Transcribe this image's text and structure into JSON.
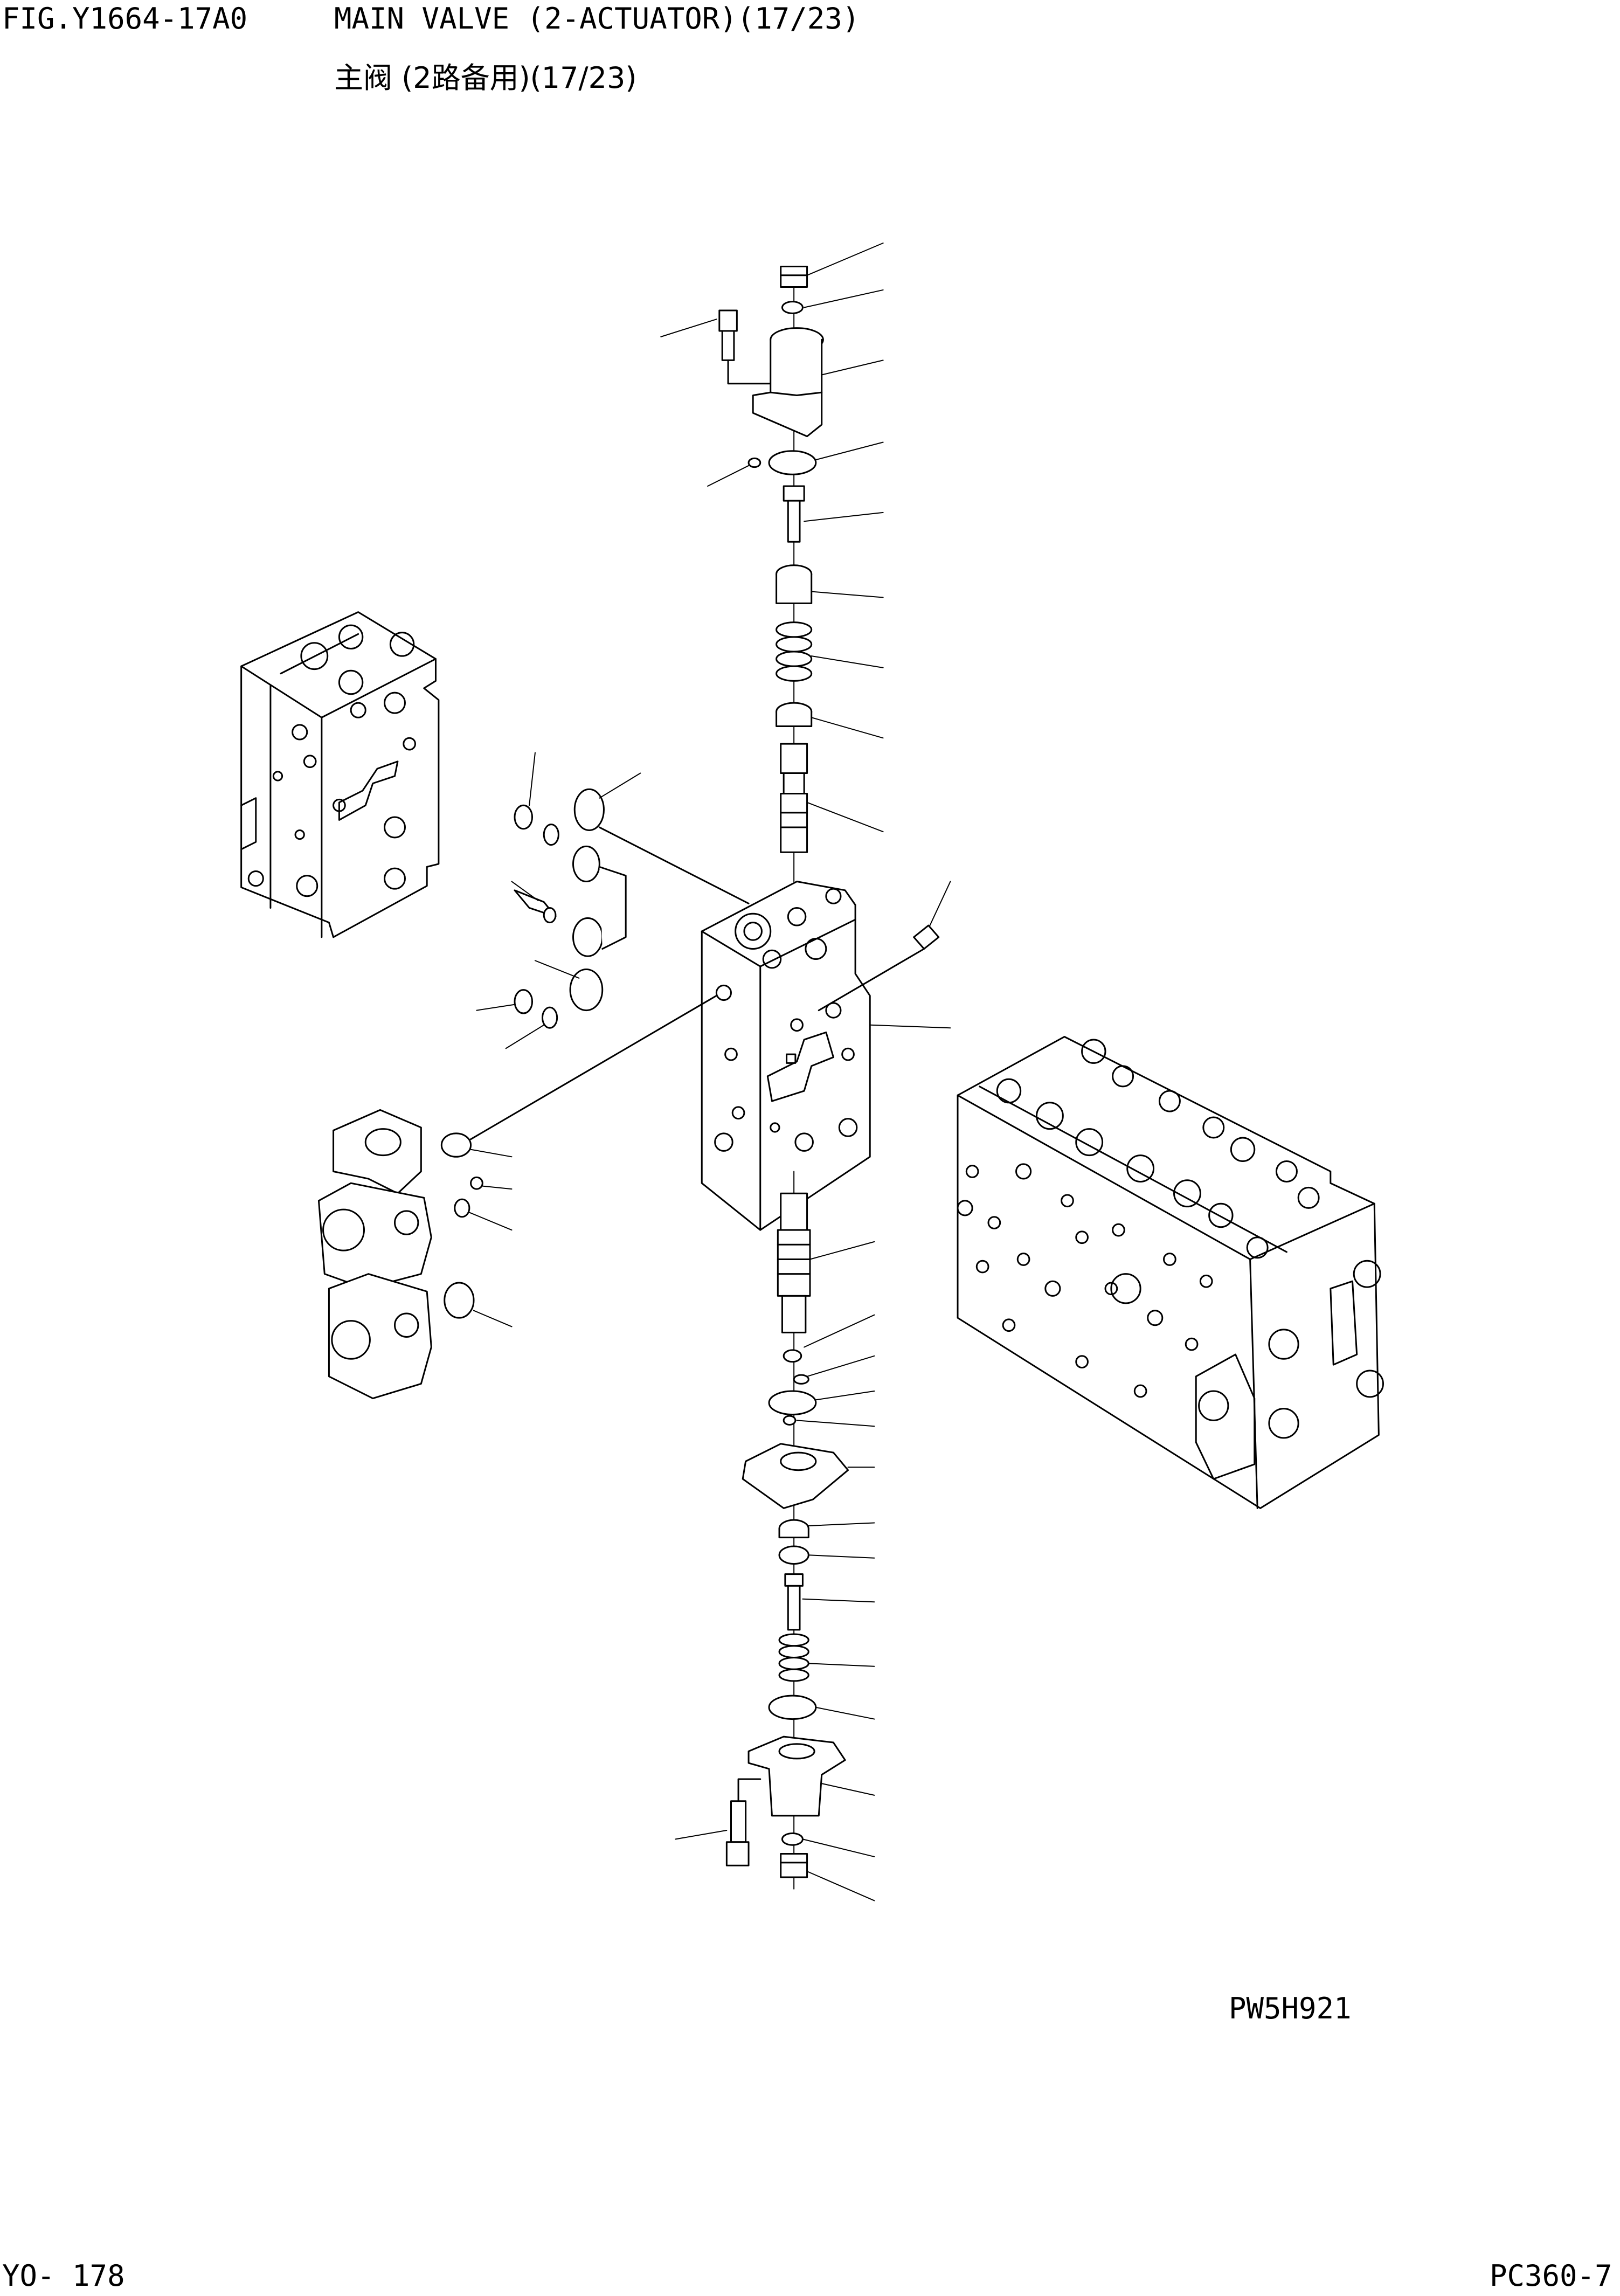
{
  "header": {
    "fig_number": "FIG.Y1664-17A0",
    "title_en": "MAIN VALVE (2-ACTUATOR)(17/23)",
    "title_cn": "主阀 (2路备用)(17/23)"
  },
  "drawing": {
    "drawing_code": "PW5H921"
  },
  "footer": {
    "page_code": "YO- 178",
    "model": "PC360-7"
  }
}
